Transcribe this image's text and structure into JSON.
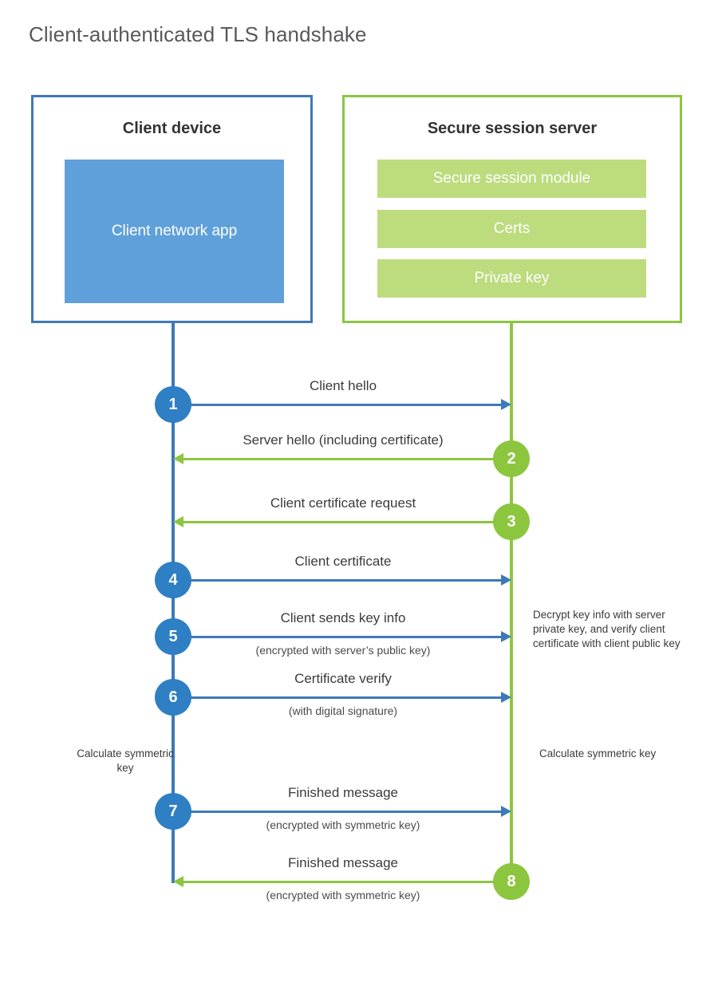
{
  "title": "Client-authenticated TLS handshake",
  "colors": {
    "client_blue": "#3d79b8",
    "client_app_blue": "#60a0da",
    "step_blue": "#2e7fc4",
    "server_green": "#8cc63f",
    "server_bar_green": "#bcdc7e",
    "text": "#3b3b3b",
    "title_gray": "#58595b"
  },
  "actors": {
    "client": {
      "title": "Client device",
      "app_label": "Client network app"
    },
    "server": {
      "title": "Secure session server",
      "components": [
        "Secure session module",
        "Certs",
        "Private key"
      ]
    }
  },
  "messages": [
    {
      "number": "1",
      "label": "Client hello",
      "sublabel": "",
      "direction": "client-to-server",
      "color": "blue"
    },
    {
      "number": "2",
      "label": "Server hello (including certificate)",
      "sublabel": "",
      "direction": "server-to-client",
      "color": "green"
    },
    {
      "number": "3",
      "label": "Client certificate request",
      "sublabel": "",
      "direction": "server-to-client",
      "color": "green"
    },
    {
      "number": "4",
      "label": "Client certificate",
      "sublabel": "",
      "direction": "client-to-server",
      "color": "blue"
    },
    {
      "number": "5",
      "label": "Client sends key info",
      "sublabel": "(encrypted with server’s public key)",
      "direction": "client-to-server",
      "color": "blue"
    },
    {
      "number": "6",
      "label": "Certificate verify",
      "sublabel": "(with digital signature)",
      "direction": "client-to-server",
      "color": "blue"
    },
    {
      "number": "7",
      "label": "Finished message",
      "sublabel": "(encrypted with symmetric key)",
      "direction": "client-to-server",
      "color": "blue"
    },
    {
      "number": "8",
      "label": "Finished message",
      "sublabel": "(encrypted with symmetric key)",
      "direction": "server-to-client",
      "color": "green"
    }
  ],
  "notes": {
    "server_decrypt": "Decrypt key info with server private key, and verify client certificate with client public key",
    "client_symmetric_key": "Calculate symmetric key",
    "server_symmetric_key": "Calculate symmetric key"
  }
}
